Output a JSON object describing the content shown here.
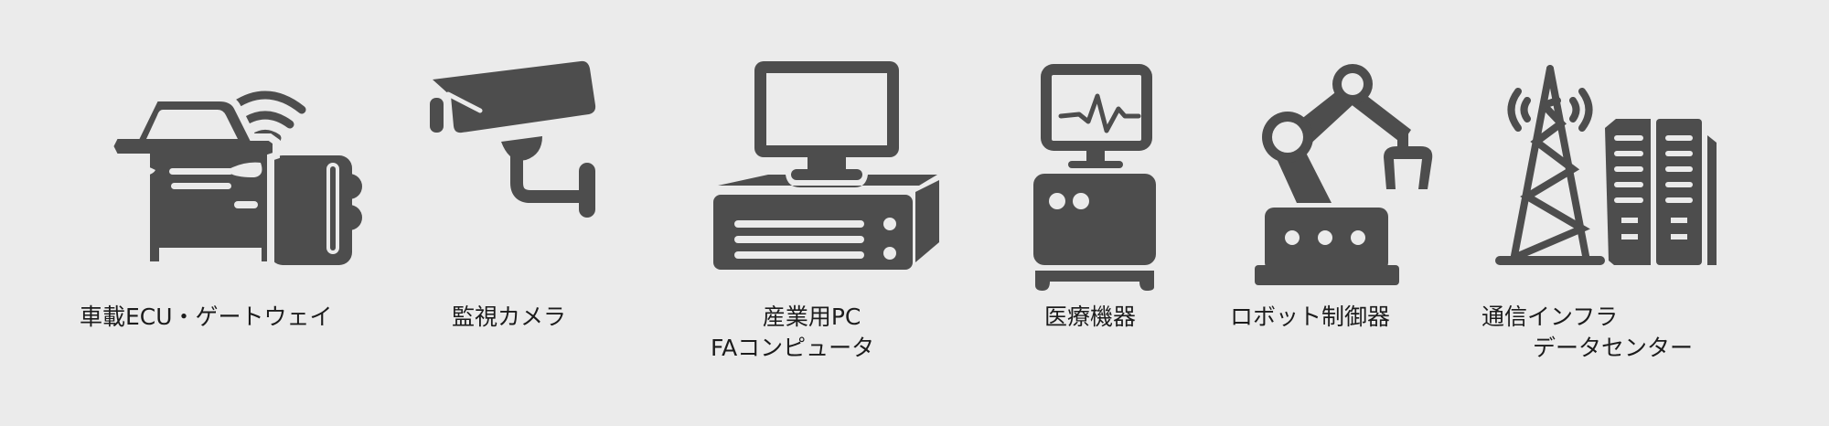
{
  "colors": {
    "background": "#ebebeb",
    "icon_fill": "#4d4d4d",
    "text": "#1c1c1c"
  },
  "items": [
    {
      "id": "automotive",
      "icon": "car-ecu-gateway-icon",
      "label_lines": [
        "車載ECU・ゲートウェイ"
      ]
    },
    {
      "id": "surveillance",
      "icon": "security-camera-icon",
      "label_lines": [
        "監視カメラ"
      ]
    },
    {
      "id": "industrial-pc",
      "icon": "industrial-pc-icon",
      "label_lines": [
        "産業用PC",
        "FAコンピュータ"
      ]
    },
    {
      "id": "medical",
      "icon": "medical-monitor-icon",
      "label_lines": [
        "医療機器"
      ]
    },
    {
      "id": "robot",
      "icon": "robot-arm-icon",
      "label_lines": [
        "ロボット制御器"
      ]
    },
    {
      "id": "telecom",
      "icon": "telecom-tower-datacenter-icon",
      "label_lines": [
        "通信インフラ",
        "データセンター"
      ]
    }
  ]
}
